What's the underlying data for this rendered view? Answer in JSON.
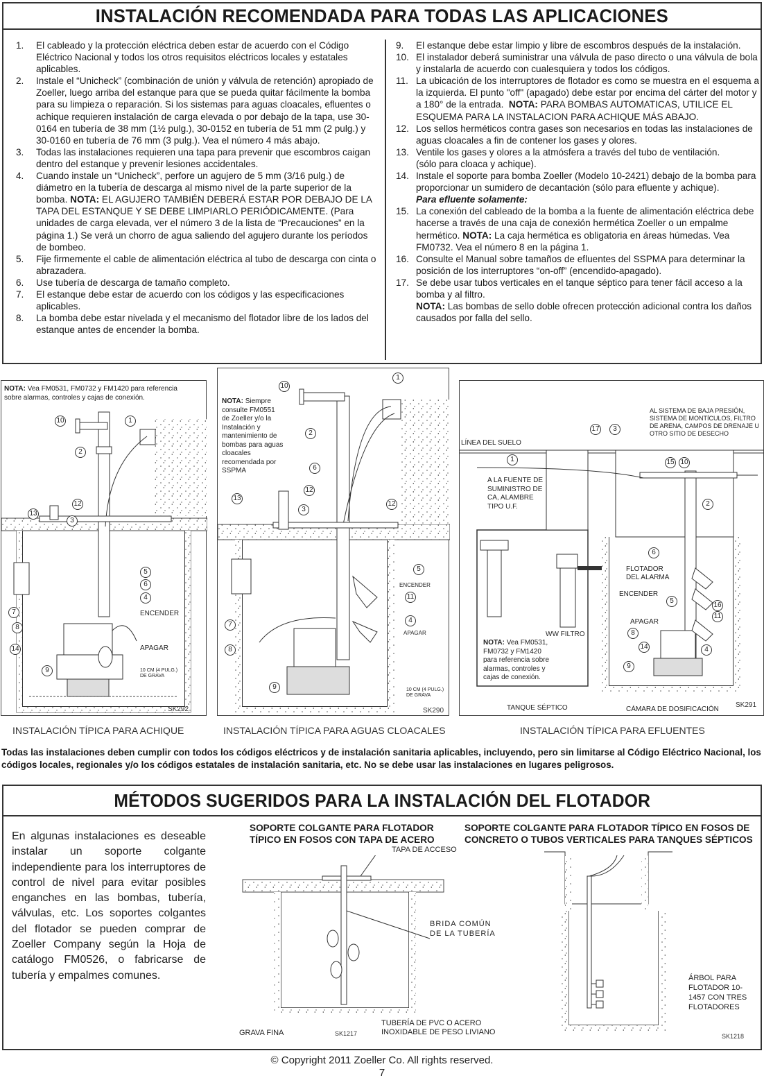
{
  "section1": {
    "title": "INSTALACIÓN RECOMENDADA PARA TODAS LAS APLICACIONES",
    "left_items": [
      {
        "num": "1.",
        "html": "El cableado y la protección eléctrica deben estar de acuerdo con el Código Eléctrico Nacional y todos los otros requisitos eléctricos locales y estatales aplicables."
      },
      {
        "num": "2.",
        "html": "Instale el “Unicheck” (combinación de unión y válvula de retención) apropiado de Zoeller, luego arriba del estanque para que se pueda quitar fácilmente la bomba para su limpieza o reparación. Si los sistemas para aguas cloacales, efluentes o achique requieren instalación de carga elevada o por debajo de la tapa, use 30-0164 en tubería de 38 mm (1½ pulg.), 30-0152 en tubería de 51 mm (2 pulg.) y 30-0160 en tubería de 76 mm (3 pulg.). Vea el número 4 más abajo."
      },
      {
        "num": "3.",
        "html": "Todas las instalaciones requieren una tapa para prevenir que escombros caigan dentro del estanque y prevenir lesiones accidentales."
      },
      {
        "num": "4.",
        "html": "Cuando instale un “Unicheck”, perfore un agujero de 5 mm (3/16 pulg.) de diámetro en la tubería de descarga al mismo nivel de la parte superior de la bomba. <b>NOTA:</b> EL AGUJERO TAMBIÉN DEBERÁ ESTAR POR DEBAJO DE LA TAPA DEL ESTANQUE Y SE DEBE LIMPIARLO PERIÓDICAMENTE. (Para unidades de carga elevada, ver el número 3 de la lista de “Precauciones” en la página 1.) Se verá un chorro de agua saliendo del agujero durante los períodos de bombeo."
      },
      {
        "num": "5.",
        "html": "Fije firmemente el cable de alimentación eléctrica al tubo de descarga con cinta o abrazadera."
      },
      {
        "num": "6.",
        "html": "Use tubería de descarga de tamaño completo."
      },
      {
        "num": "7.",
        "html": "El estanque debe estar de acuerdo con los códigos y las especificaciones aplicables."
      },
      {
        "num": "8.",
        "html": "La bomba debe estar nivelada y el mecanismo del flotador libre de los lados del estanque antes de encender la bomba."
      }
    ],
    "right_items": [
      {
        "num": "9.",
        "html": "El estanque debe estar limpio y libre de escombros después de la instalación."
      },
      {
        "num": "10.",
        "html": "El instalador deberá suministrar una válvula de paso directo o una válvula de bola y instalarla de acuerdo con cualesquiera y todos los códigos."
      },
      {
        "num": "11.",
        "html": "La ubicación de los interruptores de flotador es como se muestra en el esquema a la izquierda. El punto \"off\" (apagado) debe estar por encima del cárter del motor y a 180° de la entrada.&nbsp; <b>NOTA:</b> PARA BOMBAS AUTOMATICAS, UTILICE EL ESQUEMA PARA LA INSTALACION PARA ACHIQUE MÁS ABAJO."
      },
      {
        "num": "12.",
        "html": "Los sellos herméticos contra gases son necesarios en todas las instalaciones de aguas cloacales a fin de contener los gases y olores."
      },
      {
        "num": "13.",
        "html": "Ventile los gases y olores a la atmósfera a través del tubo de ventilación.<br>(sólo para cloaca y achique)."
      },
      {
        "num": "14.",
        "html": "Instale el soporte para bomba Zoeller (Modelo 10-2421) debajo de la bomba para proporcionar un sumidero de decantación (sólo para efluente y achique)."
      },
      {
        "num": "",
        "html": "Para efluente solamente:",
        "sub": true
      },
      {
        "num": "15.",
        "html": "La conexión del cableado de la bomba a la fuente de alimentación eléctrica debe hacerse a través de una caja de conexión hermética Zoeller o un empalme hermético. <b>NOTA:</b> La caja hermética es obligatoria en áreas húmedas. Vea FM0732. Vea el número 8 en la página 1."
      },
      {
        "num": "16.",
        "html": "Consulte el Manual sobre tamaños de efluentes del SSPMA para determinar la posición de los interruptores “on-off” (encendido-apagado)."
      },
      {
        "num": "17.",
        "html": "Se debe usar tubos verticales en el tanque séptico para tener fácil acceso a la bomba y al filtro.<br><b>NOTA:</b> Las bombas de sello doble ofrecen protección adicional contra los daños causados por falla del sello."
      }
    ]
  },
  "diagrams": {
    "achique": {
      "note": "<b>NOTA:</b> Vea FM0531, FM0732 y FM1420 para referencia sobre alarmas, controles y cajas de conexión.",
      "encender": "ENCENDER",
      "apagar": "APAGAR",
      "grava": "10 CM (4 PULG.) DE GRAVA",
      "code": "SK292",
      "caption": "INSTALACIÓN TÍPICA PARA ACHIQUE",
      "numbers": [
        "10",
        "1",
        "2",
        "12",
        "13",
        "3",
        "5",
        "6",
        "4",
        "7",
        "8",
        "14",
        "9"
      ]
    },
    "cloacales": {
      "note": "<b>NOTA:</b> Siempre consulte FM0551 de Zoeller y/o la Instalación y mantenimiento de bombas para aguas cloacales recomendada por SSPMA",
      "encender": "ENCENDER",
      "apagar": "APAGAR",
      "grava": "10 CM (4 PULG.) DE GRAVA",
      "code": "SK290",
      "caption": "INSTALACIÓN TÍPICA PARA AGUAS CLOACALES",
      "numbers": [
        "1",
        "10",
        "2",
        "6",
        "12",
        "13",
        "3",
        "12",
        "5",
        "11",
        "4",
        "7",
        "8",
        "9"
      ]
    },
    "efluentes": {
      "linea_suelo": "LÍNEA DEL SUELO",
      "sistema": "AL SISTEMA DE BAJA PRESIÓN, SISTEMA DE MONTÍCULOS, FILTRO DE ARENA, CAMPOS DE DRENAJE U OTRO SITIO DE DESECHO",
      "fuente": "A LA FUENTE DE SUMINISTRO DE CA, ALAMBRE TIPO U.F.",
      "filtro": "WW FILTRO",
      "note": "<b>NOTA:</b> Vea FM0531, FM0732 y FM1420 para referencia sobre alarmas, controles y cajas de conexión.",
      "flotador_alarma": "FLOTADOR DEL ALARMA",
      "encender": "ENCENDER",
      "apagar": "APAGAR",
      "tanque": "TANQUE SÉPTICO",
      "camara": "CÁMARA DE DOSIFICACIÓN",
      "code": "SK291",
      "caption": "INSTALACIÓN TÍPICA PARA EFLUENTES",
      "numbers": [
        "17",
        "3",
        "1",
        "15",
        "10",
        "2",
        "6",
        "5",
        "16",
        "11",
        "8",
        "14",
        "4",
        "9"
      ]
    }
  },
  "disclaimer": "Todas las instalaciones deben cumplir con todos los códigos eléctricos y de instalación sanitaria aplicables, incluyendo, pero sin limitarse al Código Eléctrico Nacional, los códigos locales, regionales y/o los códigos estatales de instalación sanitaria, etc.  No se debe usar las instalaciones en lugares peligrosos.",
  "section2": {
    "title": "MÉTODOS SUGERIDOS PARA LA INSTALACIÓN DEL FLOTADOR",
    "intro": "En algunas instalaciones es deseable instalar un soporte colgante independiente para los interruptores de control de nivel para evitar posibles enganches en las bombas, tubería, válvulas, etc. Los soportes colgantes del flotador se pueden comprar de Zoeller Company según la Hoja de catálogo FM0526, o fabricarse de tubería y empalmes comunes.",
    "sk1217": {
      "title": "SOPORTE COLGANTE PARA FLOTADOR TÍPICO EN FOSOS CON TAPA DE ACERO",
      "tapa": "TAPA DE ACCESO",
      "brida": "BRIDA COMÚN DE LA TUBERÍA",
      "grava": "GRAVA FINA",
      "code": "SK1217",
      "tuberia": "TUBERÍA DE PVC O ACERO INOXIDABLE DE PESO LIVIANO"
    },
    "sk1218": {
      "title": "SOPORTE COLGANTE PARA FLOTADOR TÍPICO EN FOSOS DE CONCRETO O TUBOS VERTICALES PARA TANQUES SÉPTICOS",
      "arbol": "ÁRBOL PARA FLOTADOR 10-1457 CON TRES FLOTADORES",
      "code": "SK1218"
    }
  },
  "footer": {
    "copyright": "© Copyright 2011 Zoeller Co. All rights reserved.",
    "page": "7"
  }
}
